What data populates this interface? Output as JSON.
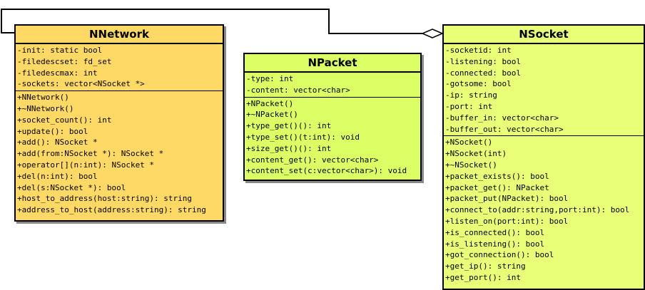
{
  "colors": {
    "nnetwork_fill": "#ffd966",
    "npacket_fill": "#dcff66",
    "nsocket_fill": "#e8ff77",
    "border": "#000000"
  },
  "association": {
    "from": "NNetwork",
    "to": "NSocket",
    "kind": "aggregation"
  },
  "classes": [
    {
      "name": "NNetwork",
      "attributes": [
        "-init: static bool",
        "-filedescset: fd_set",
        "-filedescmax: int",
        "-sockets: vector<NSocket *>"
      ],
      "operations": [
        "+NNetwork()",
        "+~NNetwork()",
        "+socket_count(): int",
        "+update(): bool",
        "+add(): NSocket *",
        "+add(from:NSocket *): NSocket *",
        "+operator[](n:int): NSocket *",
        "+del(n:int): bool",
        "+del(s:NSocket *): bool",
        "+host_to_address(host:string): string",
        "+address_to_host(address:string): string"
      ]
    },
    {
      "name": "NPacket",
      "attributes": [
        "-type: int",
        "-content: vector<char>"
      ],
      "operations": [
        "+NPacket()",
        "+~NPacket()",
        "+type_get()(): int",
        "+type_set()(t:int): void",
        "+size_get()(): int",
        "+content_get(): vector<char>",
        "+content_set(c:vector<char>): void"
      ]
    },
    {
      "name": "NSocket",
      "attributes": [
        "-socketid: int",
        "-listening: bool",
        "-connected: bool",
        "-gotsome: bool",
        "-ip: string",
        "-port: int",
        "-buffer_in: vector<char>",
        "-buffer_out: vector<char>"
      ],
      "operations": [
        "+NSocket()",
        "+NSocket(int)",
        "+~NSocket()",
        "+packet_exists(): bool",
        "+packet_get(): NPacket",
        "+packet_put(NPacket): bool",
        "+connect_to(addr:string,port:int): bool",
        "+listen_on(port:int): bool",
        "+is_connected(): bool",
        "+is_listening(): bool",
        "+got_connection(): bool",
        "+get_ip(): string",
        "+get_port(): int"
      ]
    }
  ]
}
